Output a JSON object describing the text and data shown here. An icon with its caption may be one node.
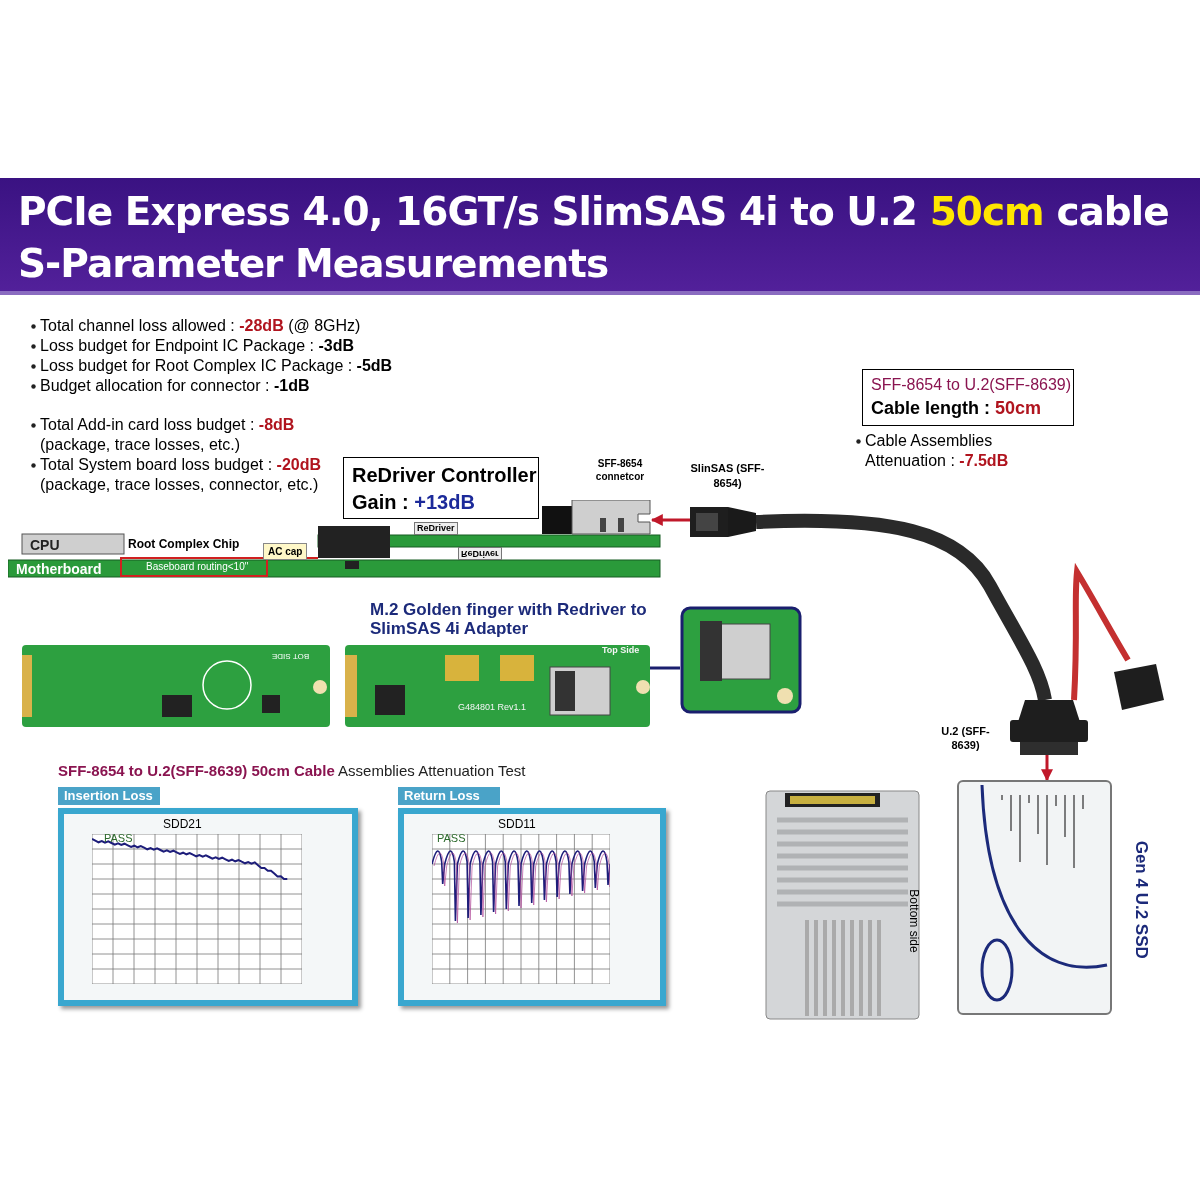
{
  "diagram": {
    "title": "PCIe Express 4.0, 16GT/s SlimSAS 4i to U.2 **50cm** cable S-Parameter Measurements",
    "nodes": [
      {
        "text": [
          "ReDriver Controller",
          "Gain : **+13dB**"
        ]
      },
      {
        "text": [
          "SFF-8654 to U.2(SFF-8639)",
          "Cable length : **50cm**"
        ]
      },
      {
        "text": [],
        "shape": "picture",
        "beside": [
          "SlinSAS (SFF-8654)"
        ]
      },
      {
        "text": [],
        "shape": "picture",
        "beside": [
          "SFF-8654 connetcor"
        ]
      },
      {
        "text": [],
        "shape": "picture",
        "beside": [
          "U.2 (SFF-8639)"
        ]
      },
      {
        "text": [],
        "shape": "picture"
      },
      {
        "text": [],
        "shape": "picture"
      },
      {
        "text": [],
        "shape": "picture",
        "beside": [
          "M.2 Golden finger with Redriver to SlimSAS 4i Adapter"
        ]
      },
      {
        "text": [],
        "shape": "picture"
      }
    ],
    "edges": [
      {
        "from": 2,
        "to": 3,
        "arrow": "to",
        "color": "#c0182a"
      },
      {
        "from": 2,
        "to": 4,
        "arrow": "none",
        "style": "thick",
        "color": "#2a2a2a"
      },
      {
        "from": 4,
        "to": 5,
        "arrow": "none",
        "style": "thick",
        "color": "#c43030"
      },
      {
        "from": 4,
        "to": 6,
        "arrow": "to",
        "color": "#c0182a"
      },
      {
        "from": 8,
        "to": 7,
        "arrow": "none",
        "color": "#1a1f6e"
      }
    ],
    "labels": [
      "Total channel loss allowed : **-28dB** (@ 8GHz)",
      "Loss budget for Endpoint IC Package : **-3dB**",
      "Loss budget for Root Complex IC Package : **-5dB**",
      "Budget allocation for connector : **-1dB**",
      "Total Add-in card loss budget : **-8dB** (package, trace losses, etc.)",
      "Total System board loss budget : **-20dB** (package, trace losses, connector, etc.)",
      "Cable Assemblies Attenuation : **-7.5dB**",
      "CPU",
      "Root Complex Chip",
      "AC cap",
      "ReDriver",
      "ReDriver",
      "Motherboard",
      "Baseboard routing<10\"",
      "BOT SIDE",
      "Top Side",
      "G484801 Rev1.1",
      "**SFF-8654 to U.2(SFF-8639) 50cm Cable** Assemblies Attenuation Test",
      "Insertion Loss",
      "SDD21",
      "PASS",
      "Return Loss",
      "SDD11",
      "PASS",
      "Bottom side",
      "Gen 4 U.2 SSD"
    ]
  }
}
